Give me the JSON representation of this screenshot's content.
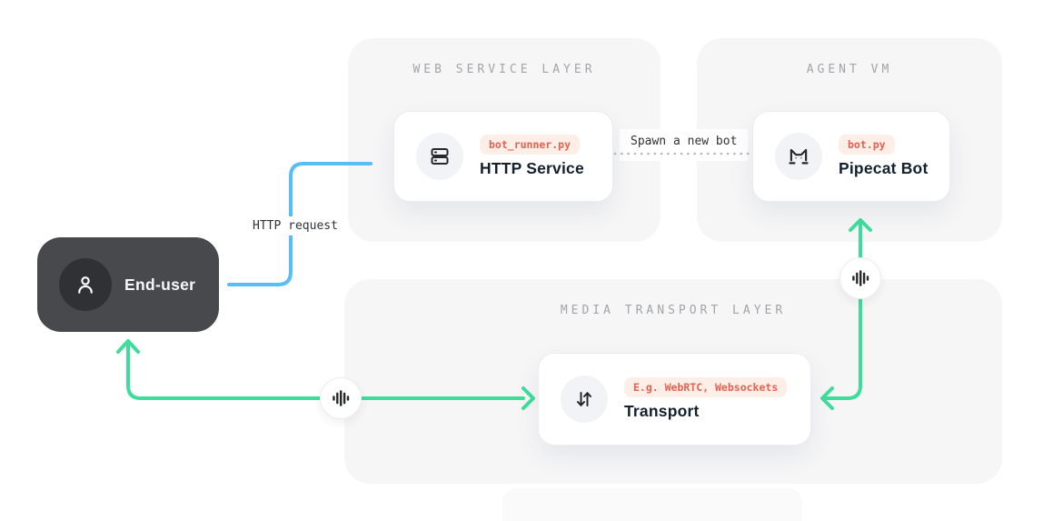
{
  "panels": {
    "web": {
      "title": "WEB SERVICE LAYER"
    },
    "agent": {
      "title": "AGENT VM"
    },
    "media": {
      "title": "MEDIA TRANSPORT LAYER"
    }
  },
  "nodes": {
    "end_user": {
      "label": "End-user",
      "icon": "user-icon"
    },
    "http_service": {
      "badge": "bot_runner.py",
      "title": "HTTP Service",
      "icon": "server-icon"
    },
    "pipecat_bot": {
      "badge": "bot.py",
      "title": "Pipecat Bot",
      "icon": "pipecat-cat-icon"
    },
    "transport": {
      "badge": "E.g. WebRTC, Websockets",
      "title": "Transport",
      "icon": "transfer-arrows-icon"
    }
  },
  "connectors": {
    "http_request": {
      "label": "HTTP request",
      "color": "#57bef8",
      "style": "solid"
    },
    "spawn": {
      "label": "Spawn a new bot",
      "color": "#b7b9bc",
      "style": "dotted"
    },
    "media_enduser_transport": {
      "label": "",
      "color": "#3fdd9b",
      "style": "solid",
      "icon": "waveform-icon"
    },
    "media_transport_bot": {
      "label": "",
      "color": "#3fdd9b",
      "style": "solid",
      "icon": "waveform-icon"
    }
  },
  "colors": {
    "accent_blue": "#57bef8",
    "accent_green": "#3fdd9b",
    "badge_text": "#e7614e",
    "badge_bg": "#fdeee8",
    "panel_bg": "#f6f6f7",
    "panel_title": "#a2a4a8",
    "card_title": "#15202f",
    "node_bg": "#47494d",
    "node_circle_bg": "#2f3135"
  }
}
